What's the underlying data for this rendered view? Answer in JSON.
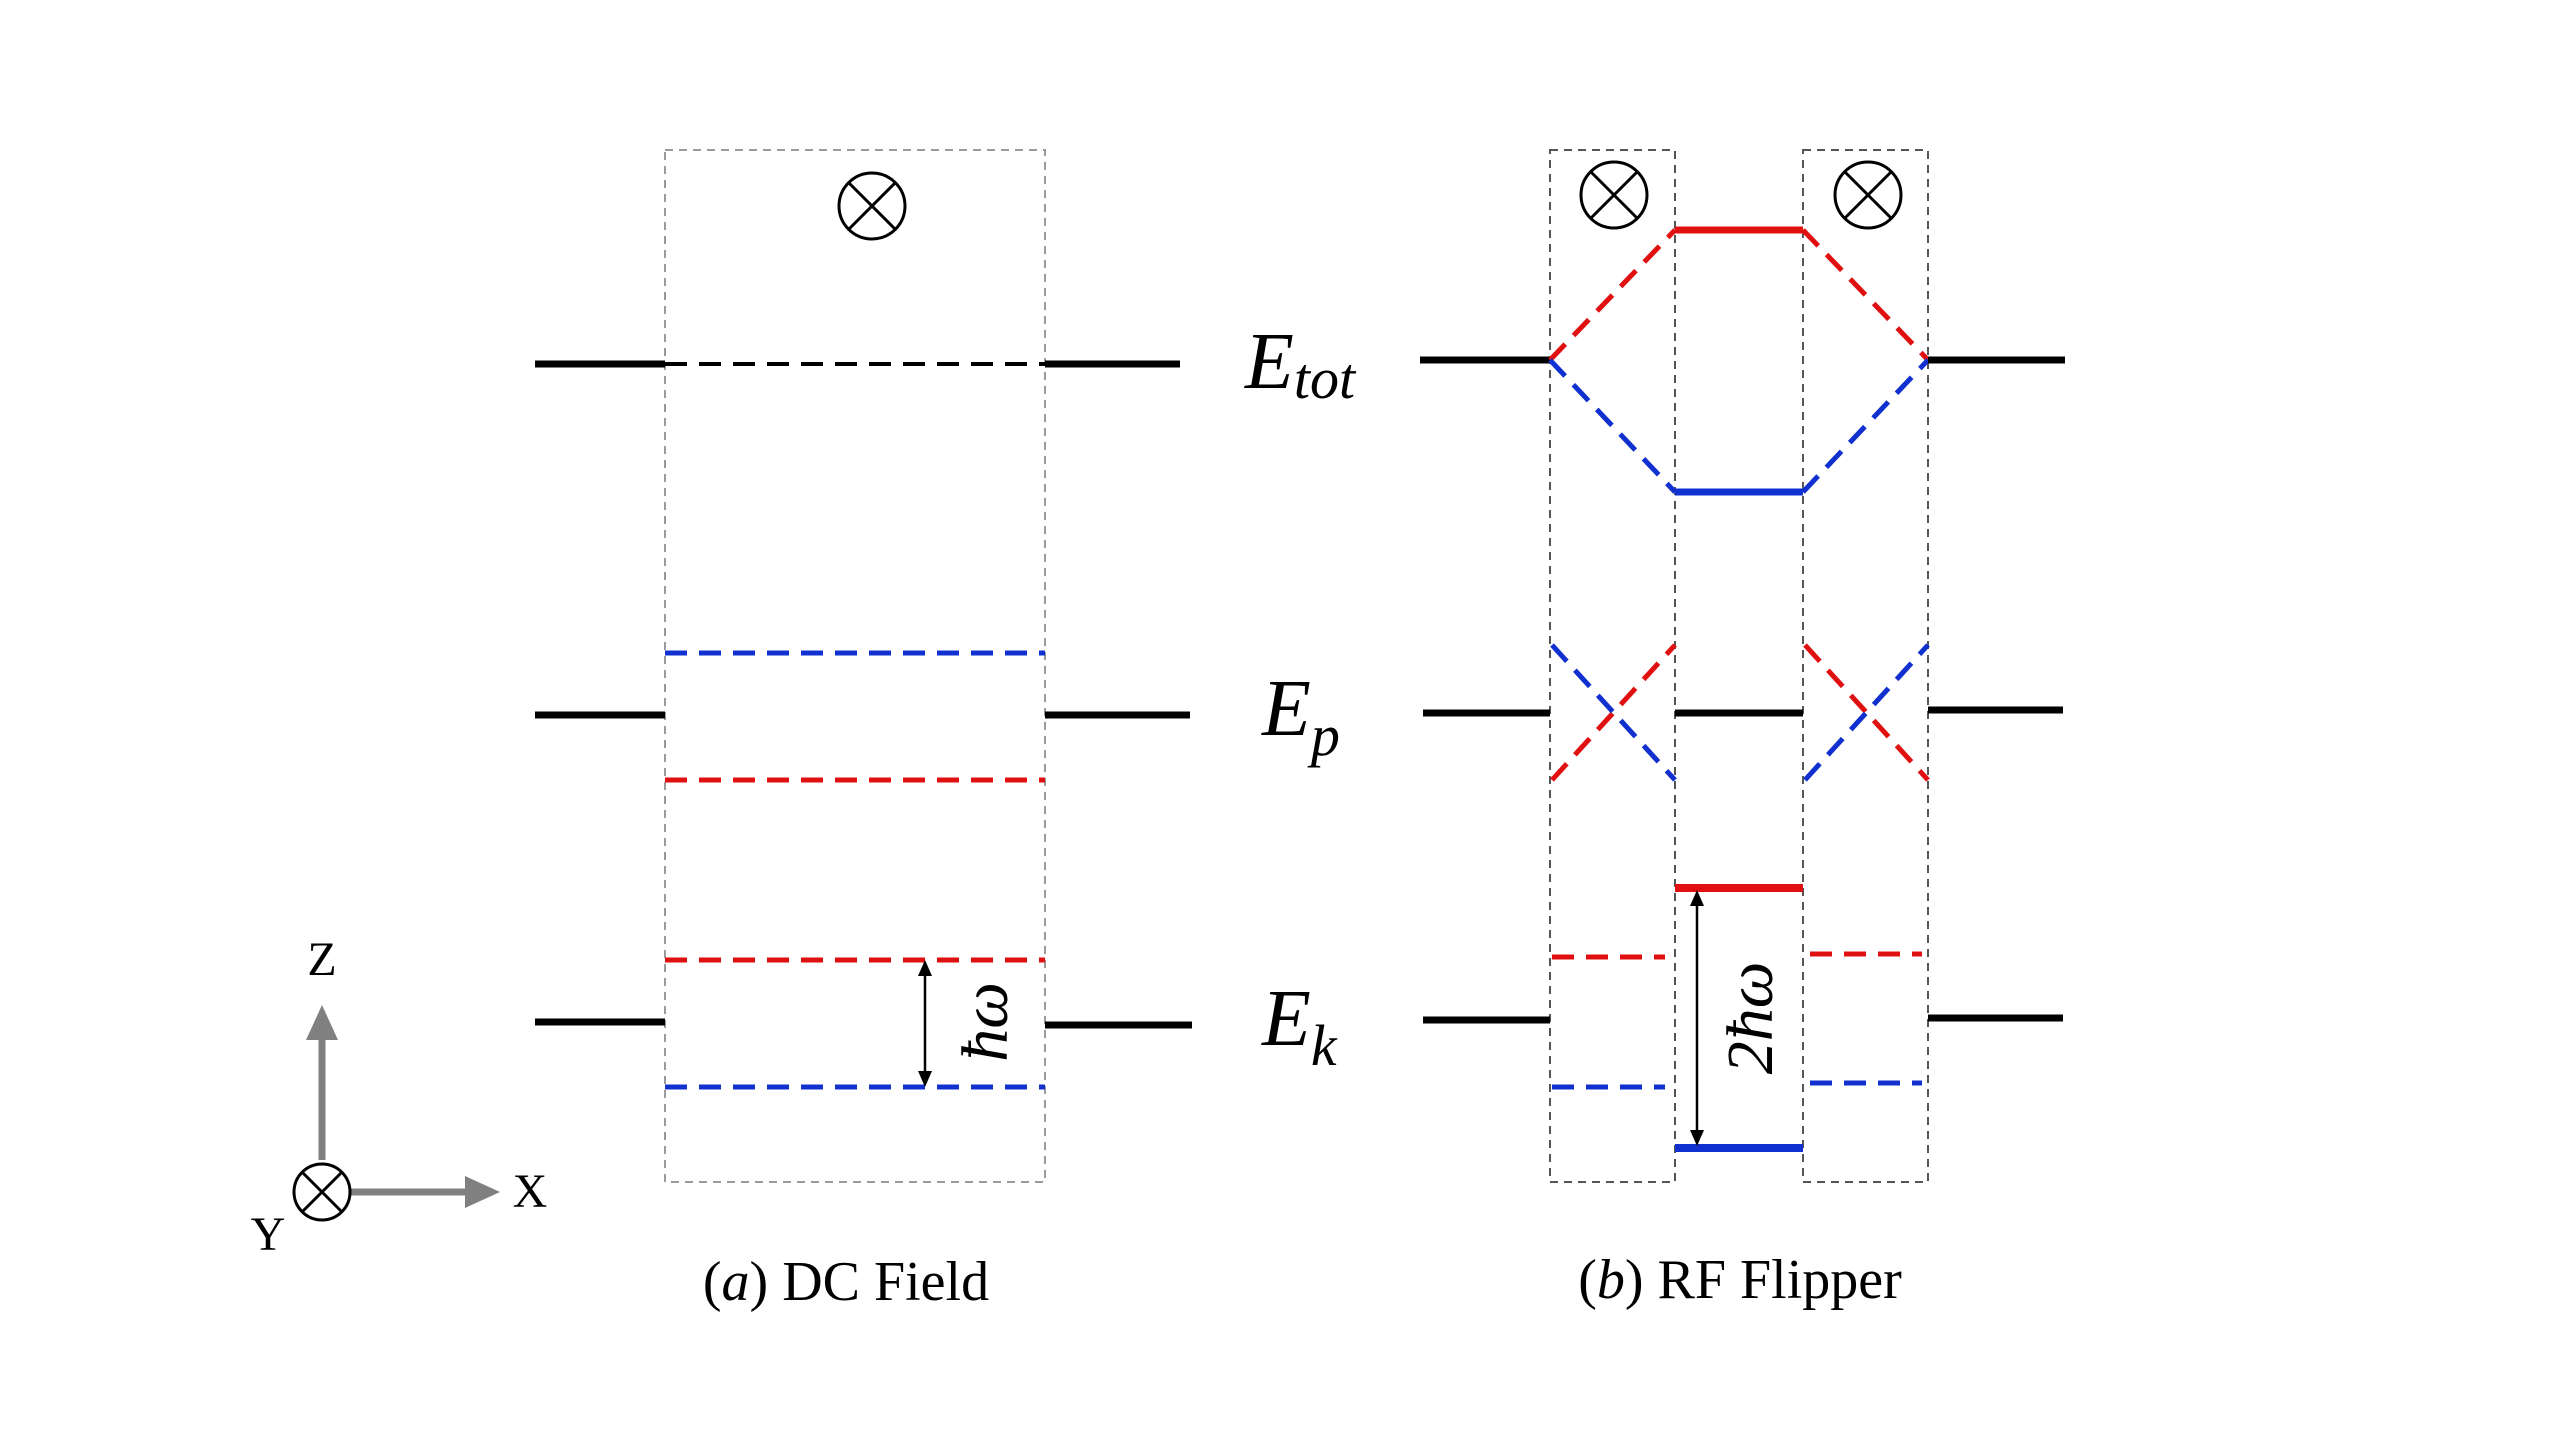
{
  "colors": {
    "black": "#000000",
    "red": "#e01010",
    "blue": "#1030d0",
    "box_border": "#9a9a9a",
    "box_border_b": "#555555",
    "axis_arrow": "#808080"
  },
  "energy_labels": {
    "total": {
      "main": "E",
      "sub": "tot"
    },
    "potential": {
      "main": "E",
      "sub": "p"
    },
    "kinetic": {
      "main": "E",
      "sub": "k"
    }
  },
  "captions": {
    "a": {
      "letter": "a",
      "text": "DC Field"
    },
    "b": {
      "letter": "b",
      "text": "RF Flipper"
    }
  },
  "splittings": {
    "dc": "ħω",
    "rf": "2ħω"
  },
  "axes": {
    "z": "Z",
    "x": "X",
    "y": "Y"
  },
  "icons": {
    "field_into_page": "circle-cross-icon"
  }
}
